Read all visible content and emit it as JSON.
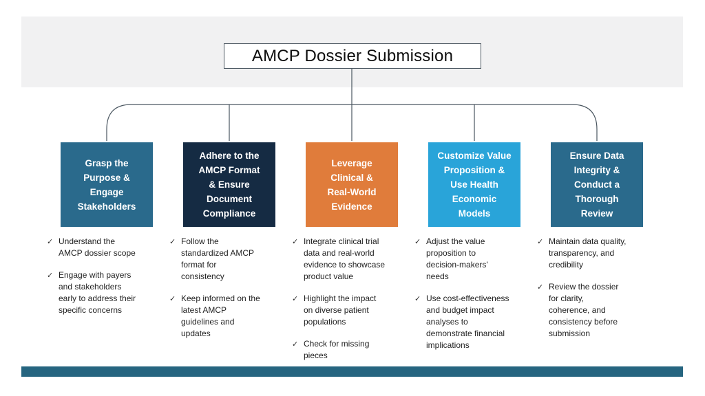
{
  "title": "AMCP Dossier Submission",
  "ui": {
    "check_glyph": "✓",
    "band_color": "#F1F1F2",
    "bar_color": "#266580",
    "line_color": "#4A5660"
  },
  "columns": [
    {
      "title": "Grasp the\nPurpose &\nEngage\nStakeholders",
      "color": "#2A6A8C",
      "bullets": [
        "Understand the\nAMCP dossier scope",
        "Engage with payers\nand stakeholders\nearly to address their\nspecific concerns"
      ]
    },
    {
      "title": "Adhere to the\nAMCP Format\n& Ensure\nDocument\nCompliance",
      "color": "#152B43",
      "bullets": [
        "Follow the\nstandardized AMCP\nformat for\nconsistency",
        "Keep informed on the\nlatest AMCP\nguidelines and\nupdates"
      ]
    },
    {
      "title": "Leverage\nClinical &\nReal-World\nEvidence",
      "color": "#E07C3B",
      "bullets": [
        "Integrate clinical trial\ndata and real-world\nevidence to showcase\nproduct value",
        "Highlight the impact\non diverse patient\npopulations",
        "Check for missing\npieces"
      ]
    },
    {
      "title": "Customize Value\nProposition &\nUse Health\nEconomic\nModels",
      "color": "#29A4D9",
      "bullets": [
        "Adjust the value\nproposition to\ndecision-makers'\nneeds",
        "Use cost-effectiveness\nand budget impact\nanalyses to\ndemonstrate financial\nimplications"
      ]
    },
    {
      "title": "Ensure Data\nIntegrity &\nConduct a\nThorough\nReview",
      "color": "#2A6A8C",
      "bullets": [
        "Maintain data quality,\ntransparency, and\ncredibility",
        "Review the dossier\nfor clarity,\ncoherence, and\nconsistency before\nsubmission"
      ]
    }
  ]
}
